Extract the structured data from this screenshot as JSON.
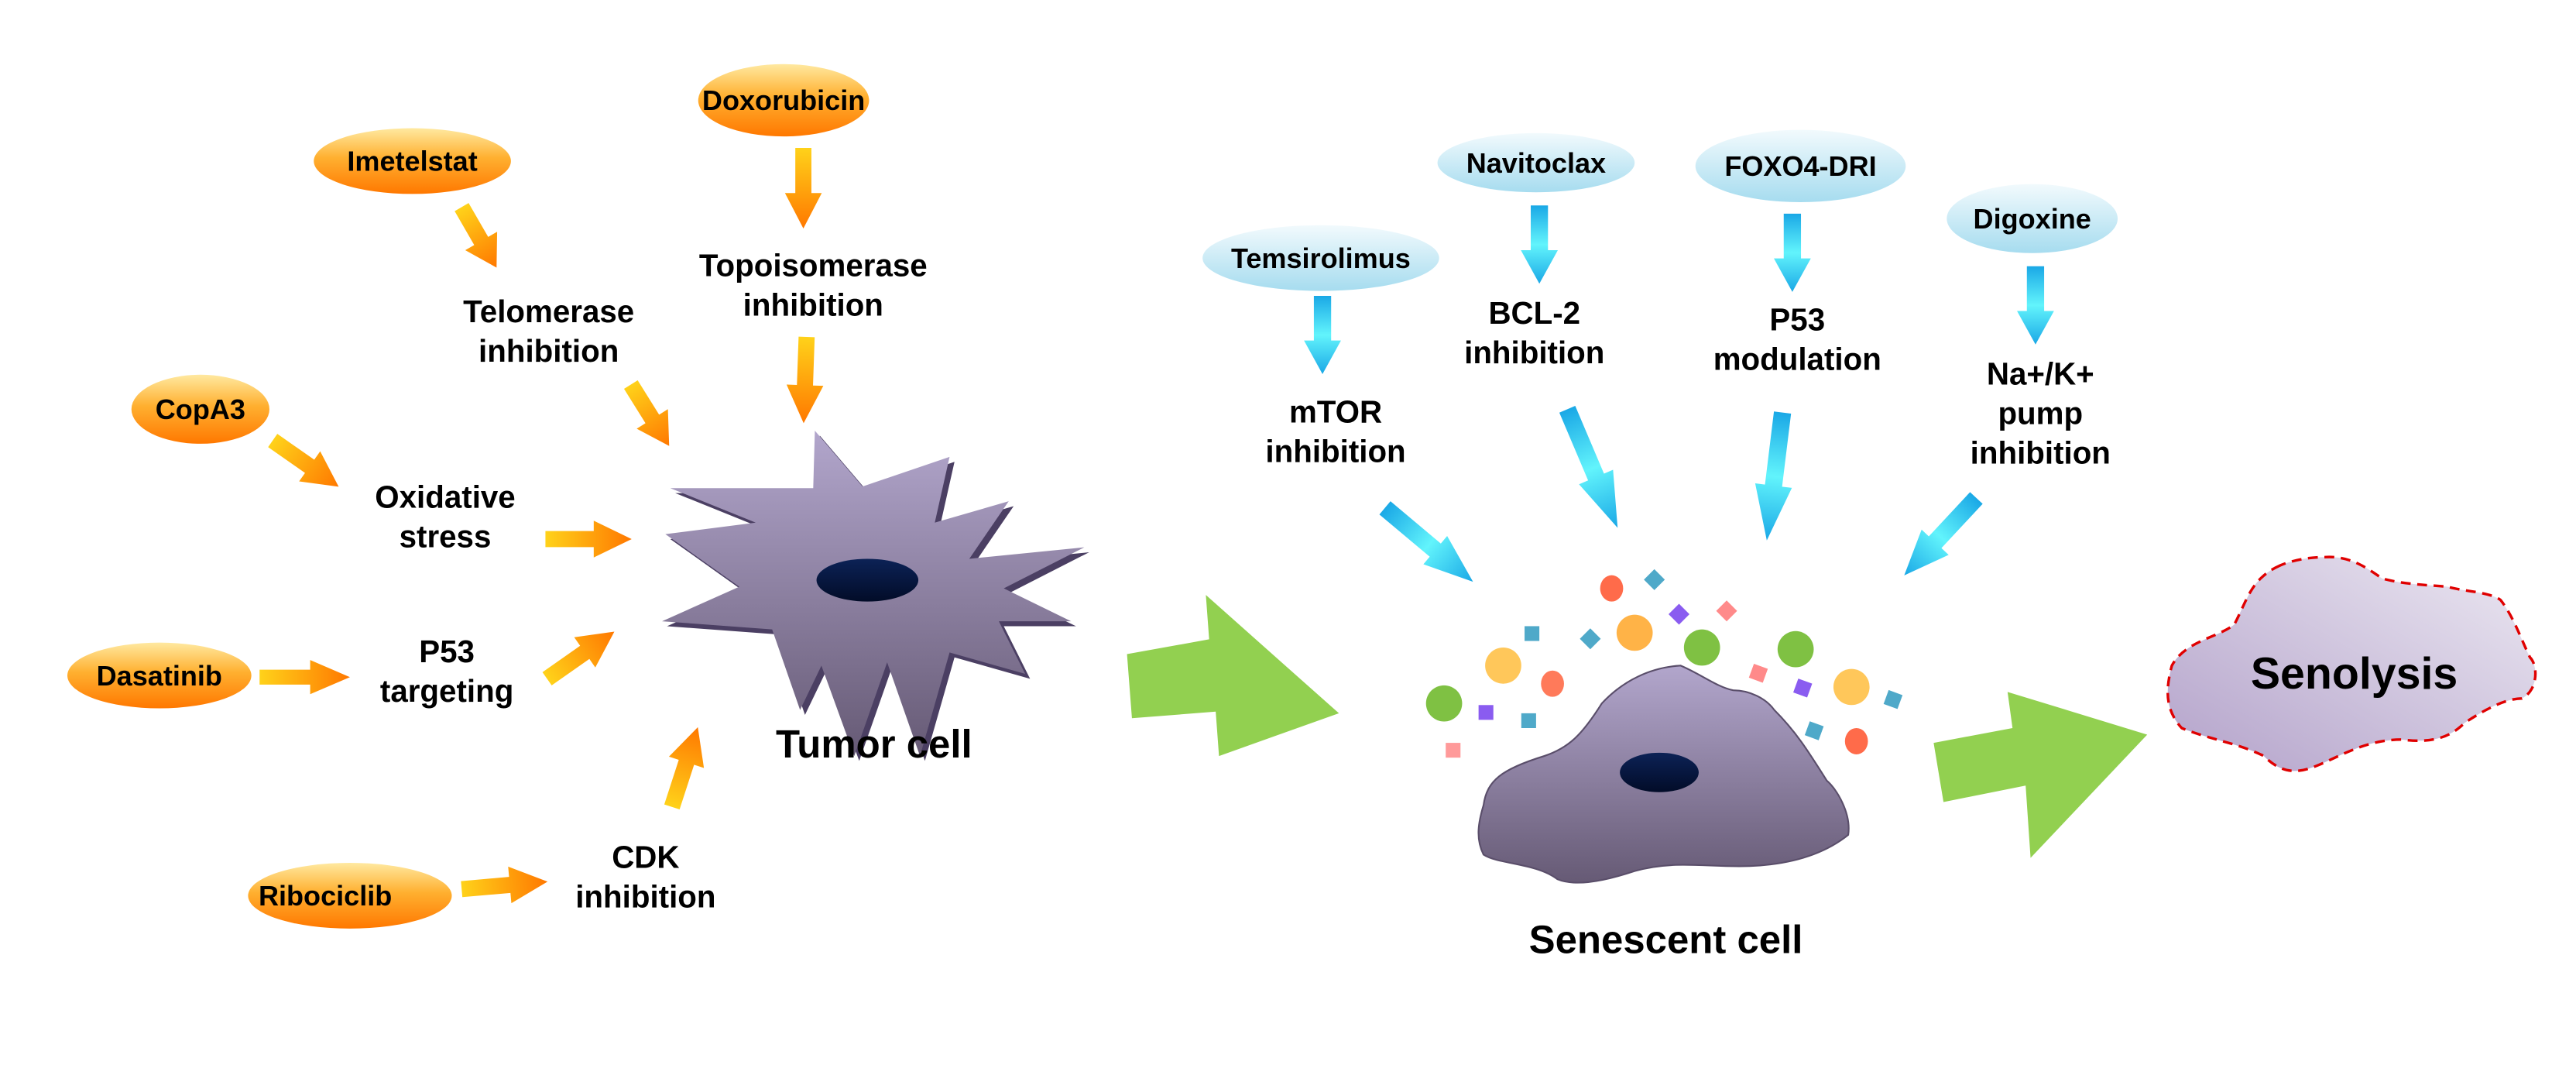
{
  "colors": {
    "orange_top": "#ffe08a",
    "orange_bottom": "#ff7a00",
    "cyan_top": "#e8f6fb",
    "cyan_bottom": "#a9dff0",
    "cyan_arrow": "#29b6ec",
    "green_arrow": "#92d050",
    "cell_purple": "#a89cc4",
    "nucleus": "#0b1e4f",
    "senolysis_border": "#e00000"
  },
  "left": {
    "drugs": [
      "Doxorubicin",
      "Imetelstat",
      "CopA3",
      "Dasatinib",
      "Ribociclib"
    ],
    "mechanisms": {
      "topoisomerase": [
        "Topoisomerase",
        "inhibition"
      ],
      "telomerase": [
        "Telomerase",
        "inhibition"
      ],
      "oxidative": [
        "Oxidative",
        "stress"
      ],
      "p53": [
        "P53",
        "targeting"
      ],
      "cdk": [
        "CDK",
        "inhibition"
      ]
    },
    "tumor_label": "Tumor cell"
  },
  "right": {
    "drugs": [
      "Temsirolimus",
      "Navitoclax",
      "FOXO4-DRI",
      "Digoxine"
    ],
    "mechanisms": {
      "mtor": [
        "mTOR",
        "inhibition"
      ],
      "bcl2": [
        "BCL-2",
        "inhibition"
      ],
      "p53": [
        "P53",
        "modulation"
      ],
      "nak": [
        "Na+/K+",
        "pump",
        "inhibition"
      ]
    },
    "senescent_label": "Senescent cell",
    "senolysis_label": "Senolysis"
  }
}
